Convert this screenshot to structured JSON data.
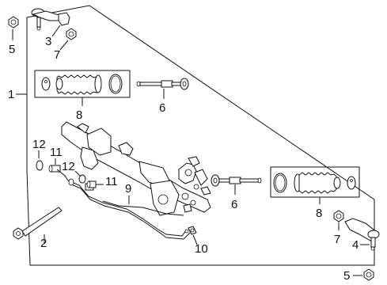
{
  "callouts": {
    "c1": "1",
    "c2": "2",
    "c3": "3",
    "c4": "4",
    "c5_top": "5",
    "c5_bottom": "5",
    "c6_top": "6",
    "c6_bottom": "6",
    "c7_top": "7",
    "c7_bottom": "7",
    "c8_top": "8",
    "c8_bottom": "8",
    "c9": "9",
    "c10": "10",
    "c11_top": "11",
    "c11_bottom": "11",
    "c12_top": "12",
    "c12_bottom": "12"
  }
}
